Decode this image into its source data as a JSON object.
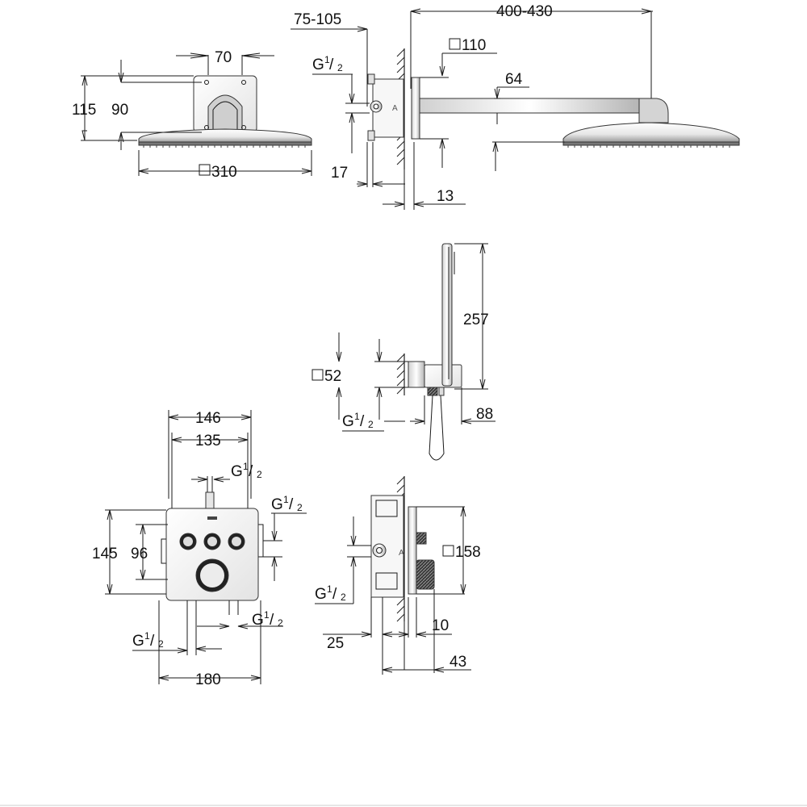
{
  "labels": {
    "d70": "70",
    "d115": "115",
    "d90": "90",
    "d310": "310",
    "d75_105": "75-105",
    "d400_430": "400-430",
    "d110": "110",
    "d64": "64",
    "d17": "17",
    "d13": "13",
    "d257": "257",
    "d52": "52",
    "d88": "88",
    "d146": "146",
    "d135": "135",
    "d145": "145",
    "d96": "96",
    "d158": "158",
    "d180": "180",
    "d25": "25",
    "d10": "10",
    "d43": "43",
    "pipe_g": "G",
    "pipe_num": "1",
    "pipe_den": "2",
    "marker_a": "A"
  },
  "colors": {
    "line": "#1a1a1a",
    "part_light": "#f4f4f4",
    "part_mid": "#d9d9d9",
    "part_dark": "#8a8a8a",
    "knurl": "#3a3a3a"
  }
}
